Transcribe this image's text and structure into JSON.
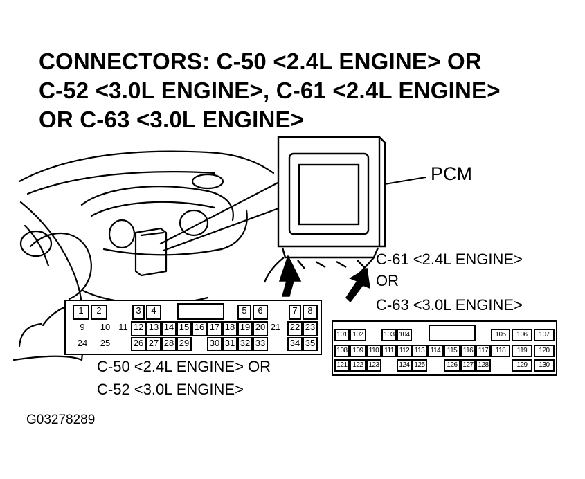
{
  "title": {
    "line1": "CONNECTORS: C-50 <2.4L ENGINE> OR",
    "line2": "C-52 <3.0L ENGINE>, C-61 <2.4L ENGINE>",
    "line3": "OR C-63 <3.0L ENGINE>"
  },
  "labels": {
    "pcm": "PCM",
    "c61": "C-61 <2.4L ENGINE>",
    "or": "OR",
    "c63": "C-63 <3.0L ENGINE>",
    "c50": "C-50 <2.4L ENGINE> OR",
    "c52": "C-52 <3.0L ENGINE>"
  },
  "figure_code": "G03278289",
  "connector_left": {
    "row1": [
      "1",
      "2",
      "3",
      "4",
      "5",
      "6",
      "7",
      "8"
    ],
    "row2": [
      "9",
      "10",
      "11",
      "12",
      "13",
      "14",
      "15",
      "16",
      "17",
      "18",
      "19",
      "20",
      "21",
      "22",
      "23"
    ],
    "row3": [
      "24",
      "25",
      "26",
      "27",
      "28",
      "29",
      "30",
      "31",
      "32",
      "33",
      "34",
      "35"
    ]
  },
  "connector_right": {
    "row1": [
      "101",
      "102",
      "103",
      "104",
      "105",
      "106",
      "107"
    ],
    "row2": [
      "108",
      "109",
      "110",
      "111",
      "112",
      "113",
      "114",
      "115",
      "116",
      "117",
      "118",
      "119",
      "120"
    ],
    "row3": [
      "121",
      "122",
      "123",
      "124",
      "125",
      "126",
      "127",
      "128",
      "129",
      "130"
    ]
  }
}
